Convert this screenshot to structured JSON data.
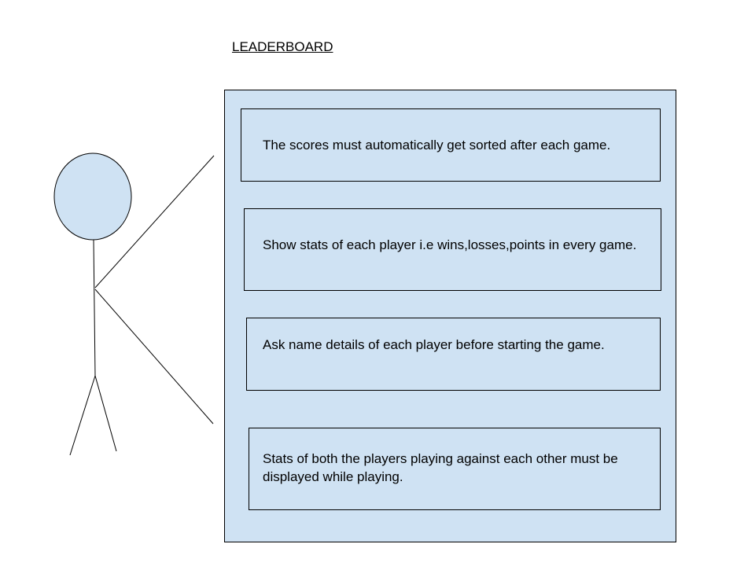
{
  "title": "LEADERBOARD",
  "colors": {
    "fill": "#cfe2f3",
    "stroke": "#000000"
  },
  "actor": {
    "icon": "stick-figure-actor-icon"
  },
  "use_cases": [
    {
      "text": "The scores must automatically get sorted after each game."
    },
    {
      "text": "Show stats of each player i.e wins,losses,points in every game."
    },
    {
      "text": "Ask name details of each player before starting the game."
    },
    {
      "text": "Stats of both the players playing against each other must be displayed while playing."
    }
  ]
}
